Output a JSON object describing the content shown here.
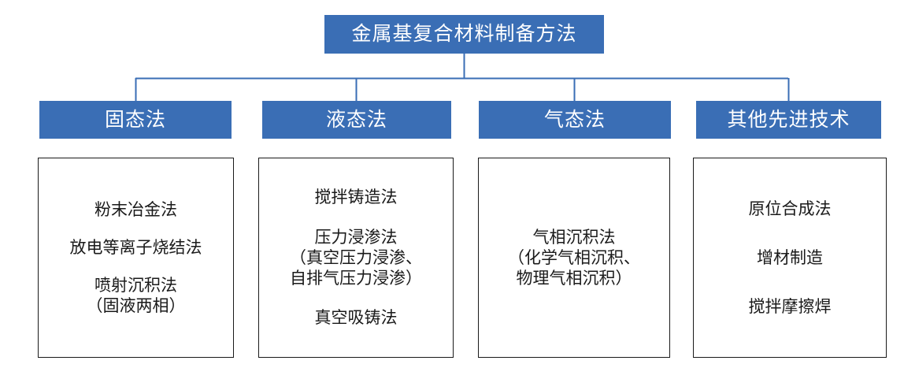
{
  "diagram": {
    "type": "organizational-tree",
    "root": {
      "label": "金属基复合材料制备方法"
    },
    "colors": {
      "node_fill": "#3A6EB5",
      "node_text": "#FFFFFF",
      "connector": "#3A6EB5",
      "body_border": "#1A1A1A",
      "body_text": "#1A1A1A",
      "background": "#FFFFFF"
    },
    "branches": [
      {
        "header": "固态法",
        "entries": [
          "粉末冶金法",
          "放电等离子烧结法",
          "喷射沉积法\n（固液两相）"
        ]
      },
      {
        "header": "液态法",
        "entries": [
          "搅拌铸造法",
          "压力浸渗法\n（真空压力浸渗、\n自排气压力浸渗）",
          "真空吸铸法"
        ]
      },
      {
        "header": "气态法",
        "entries": [
          "气相沉积法\n（化学气相沉积、\n物理气相沉积）"
        ]
      },
      {
        "header": "其他先进技术",
        "entries": [
          "原位合成法",
          "增材制造",
          "搅拌摩擦焊"
        ]
      }
    ]
  }
}
